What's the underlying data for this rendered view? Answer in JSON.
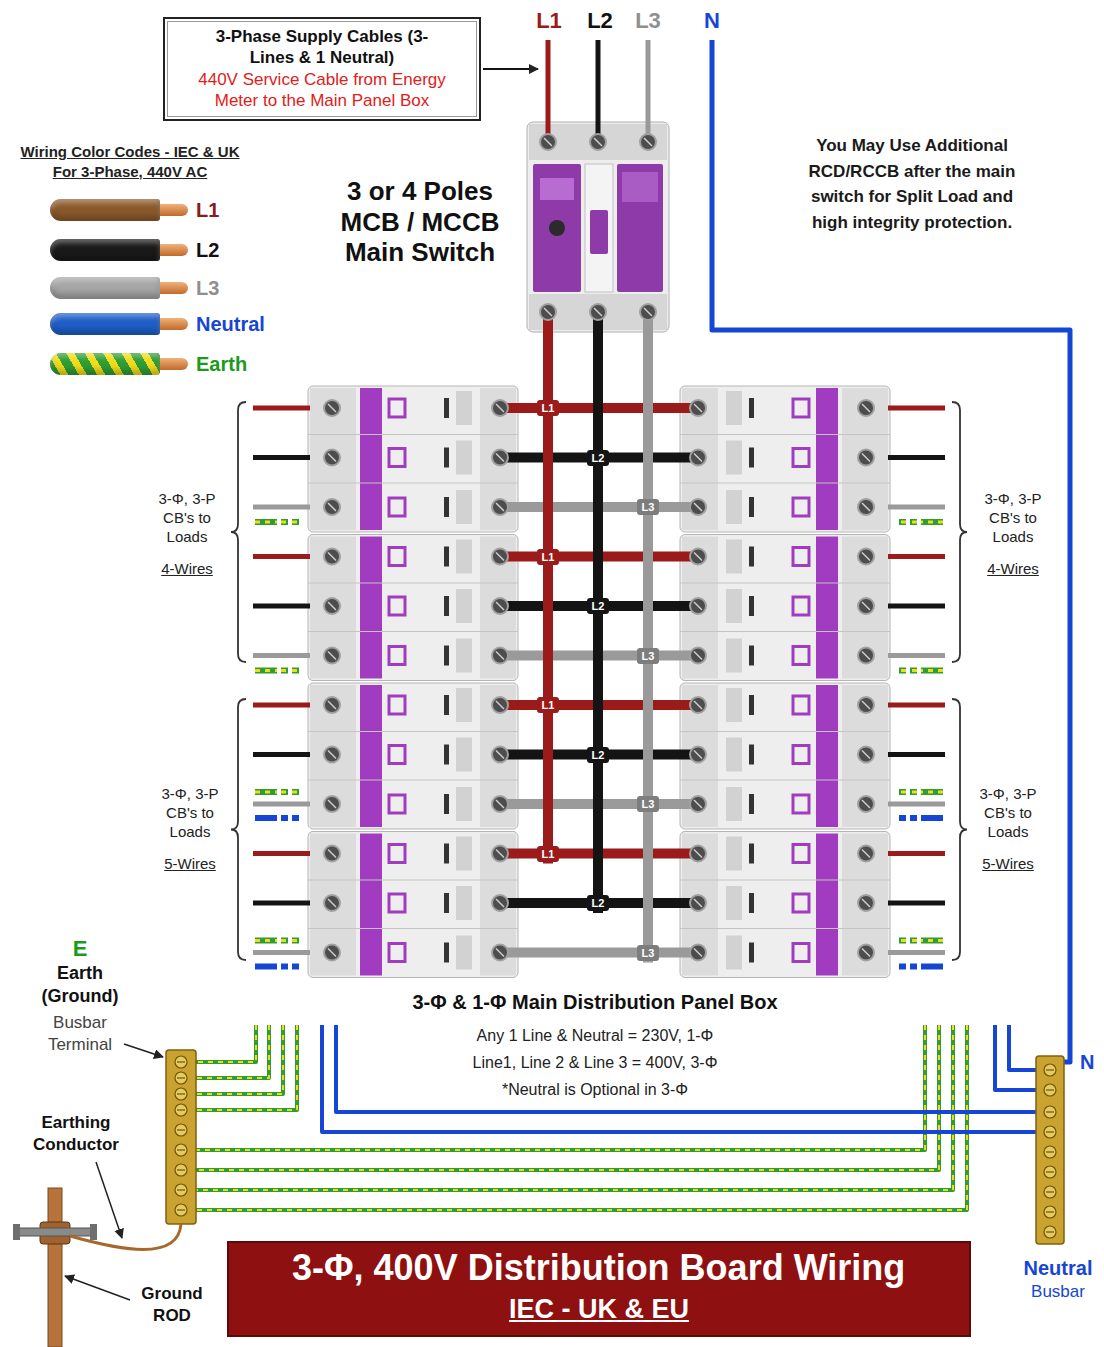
{
  "diagram": {
    "title": "3-Φ, 400V Distribution Board Wiring",
    "nodes": [
      {
        "text": [
          "3-Phase Supply Cables (3-Lines & 1 Neutral)",
          "440V Service Cable from Energy Meter to the Main Panel Box"
        ]
      }
    ],
    "labels": [
      "L1",
      "L2",
      "L3",
      "N",
      "Wiring Color Codes - IEC & UK For 3-Phase, 440V AC",
      "3 or 4 Poles MCB / MCCB Main Switch",
      "You May Use Additional RCD/RCCB after the main switch for Split Load and high integrity protection.",
      "L1",
      "L2",
      "L3",
      "L1",
      "L2",
      "L3",
      "L1",
      "L2",
      "L3",
      "L1",
      "L2",
      "L3",
      "3-Φ, 3-P CB's to Loads",
      "4-Wires",
      "3-Φ, 3-P CB's to Loads",
      "4-Wires",
      "3-Φ, 3-P CB's to Loads",
      "5-Wires",
      "3-Φ, 3-P CB's to Loads",
      "5-Wires",
      "3-Φ & 1-Φ Main Distribution Panel Box",
      "Any 1 Line & Neutral = 230V, 1-Φ",
      "Line1, Line 2 & Line 3 = 400V, 3-Φ",
      "*Neutral is Optional in 3-Φ",
      "E",
      "Earth (Ground)",
      "Busbar Terminal",
      "Earthing Conductor",
      "Ground ROD",
      "N",
      "Neutral",
      "Busbar",
      "IEC - UK & EU"
    ],
    "legend": [
      {
        "text": "L1",
        "color": "#8b5a2b"
      },
      {
        "text": "L2",
        "color": "#1a1a1a"
      },
      {
        "text": "L3",
        "color": "#a6a6a6"
      },
      {
        "text": "Neutral",
        "color": "#1f5fc8"
      },
      {
        "text": "Earth"
      }
    ]
  }
}
